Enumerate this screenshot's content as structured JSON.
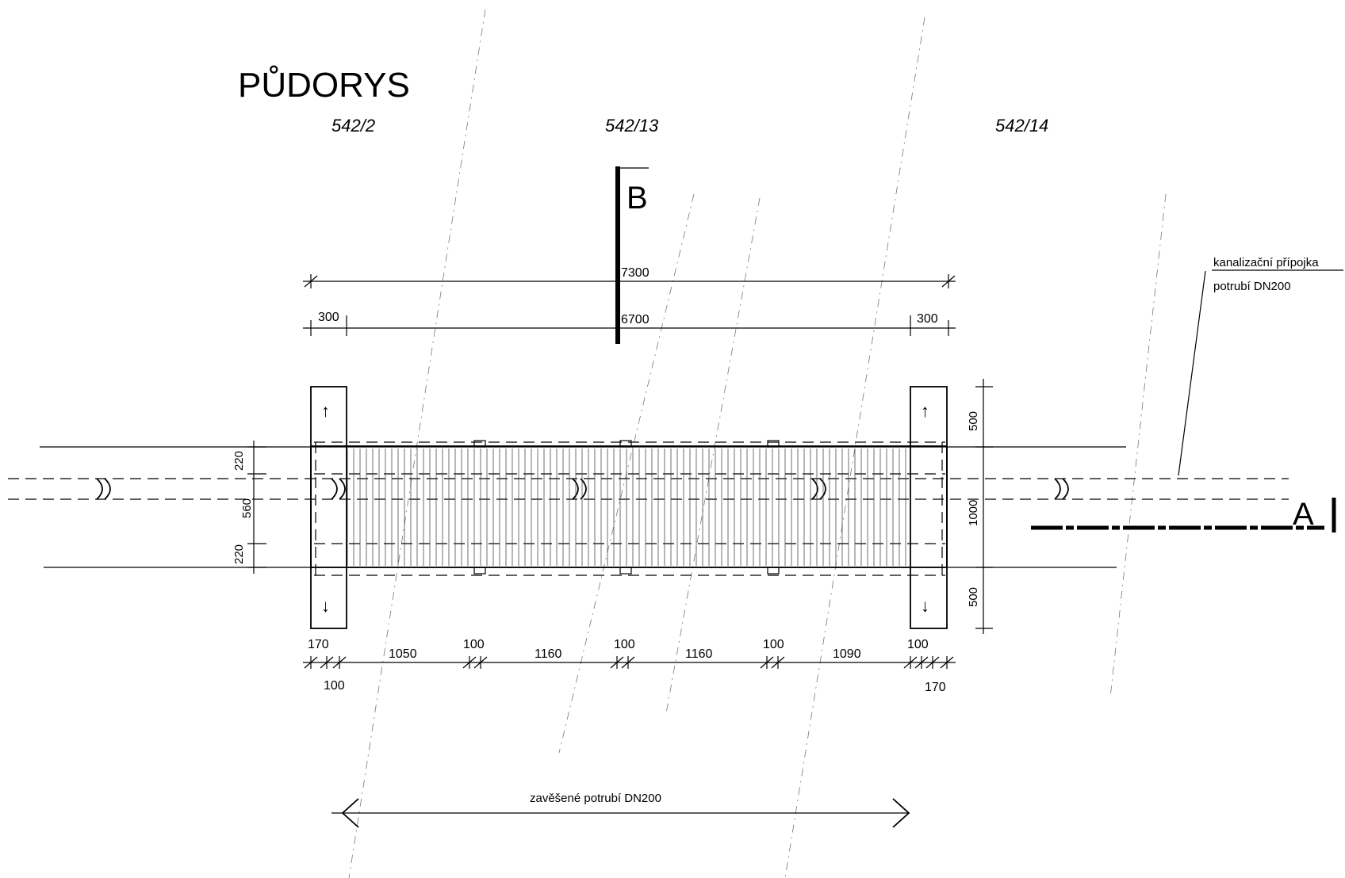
{
  "title": "PŮDORYS",
  "parcels": [
    "542/2",
    "542/13",
    "542/14"
  ],
  "section_marks": {
    "b": "B",
    "a": "A"
  },
  "dimensions": {
    "top_total": "7300",
    "top_inner": "6700",
    "top_left": "300",
    "top_right": "300",
    "left_top": "220",
    "left_mid": "560",
    "left_bottom": "220",
    "right_top": "500",
    "right_mid": "1000",
    "right_bottom": "500",
    "bottom_labels_upper": [
      "170",
      "1050",
      "100",
      "1160",
      "100",
      "1160",
      "100",
      "1090",
      "100"
    ],
    "bottom_labels_lower": [
      "100",
      "170"
    ]
  },
  "notes": {
    "connection_line1": "kanalizační přípojka",
    "connection_line2": "potrubí DN200",
    "suspended_pipe": "zavěšené potrubí DN200"
  },
  "arrows": {
    "up": "↑",
    "down": "↓"
  }
}
